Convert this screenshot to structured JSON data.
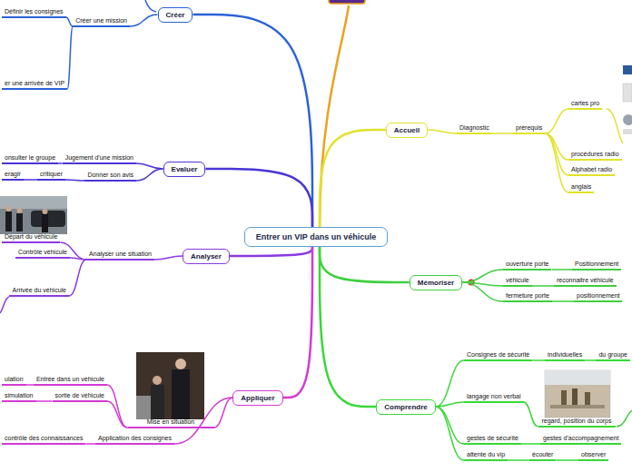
{
  "diagram": {
    "nodes": [
      {
        "text": [
          "Entrer un VIP dans un véhicule"
        ]
      },
      {
        "text": [
          "Créer"
        ]
      },
      {
        "text": [
          "Créer une mission"
        ]
      },
      {
        "text": [
          "Définir les consignes"
        ]
      },
      {
        "text": [
          "er une arrivée de VIP"
        ]
      },
      {
        "text": [
          "Evaluer"
        ]
      },
      {
        "text": [
          "Jugement d'une mission"
        ]
      },
      {
        "text": [
          "onsulter le groupe"
        ]
      },
      {
        "text": [
          "Donner son avis"
        ]
      },
      {
        "text": [
          "critiquer"
        ]
      },
      {
        "text": [
          "eragir"
        ]
      },
      {
        "text": [
          "Analyser"
        ]
      },
      {
        "text": [
          "Analyser une situation"
        ]
      },
      {
        "text": [
          "Départ du véhicule"
        ]
      },
      {
        "text": [
          "Contrôle véhicule"
        ]
      },
      {
        "text": [
          "Arrivée du véhicule"
        ]
      },
      {
        "text": [
          "Appliquer"
        ]
      },
      {
        "text": [
          "Mise en situation"
        ]
      },
      {
        "text": [
          "Entrée dans un véhicule"
        ]
      },
      {
        "text": [
          "ulation"
        ]
      },
      {
        "text": [
          "sortie de véhicule"
        ]
      },
      {
        "text": [
          "simulation"
        ]
      },
      {
        "text": [
          "Application des consignes"
        ]
      },
      {
        "text": [
          "contrôle des connaissances"
        ]
      },
      {
        "text": [
          "Accueil"
        ]
      },
      {
        "text": [
          "Diagnostic"
        ]
      },
      {
        "text": [
          "prérequis"
        ]
      },
      {
        "text": [
          "cartes pro"
        ]
      },
      {
        "text": [
          "procédures radio"
        ]
      },
      {
        "text": [
          "Alphabet radio"
        ]
      },
      {
        "text": [
          "anglais"
        ]
      },
      {
        "text": [
          "Mémoriser"
        ]
      },
      {
        "text": [
          "ouverture porte"
        ]
      },
      {
        "text": [
          "Positionnement"
        ]
      },
      {
        "text": [
          "véhicule"
        ]
      },
      {
        "text": [
          "reconnaitre véhicule"
        ]
      },
      {
        "text": [
          "fermeture porte"
        ]
      },
      {
        "text": [
          "positionnement"
        ]
      },
      {
        "text": [
          "Comprendre"
        ]
      },
      {
        "text": [
          "Consignes de sécurité"
        ]
      },
      {
        "text": [
          "individuelles"
        ]
      },
      {
        "text": [
          "du groupe"
        ]
      },
      {
        "text": [
          "langage non verbal"
        ]
      },
      {
        "text": [
          "regard, position du corps"
        ]
      },
      {
        "text": [
          "gestes de sécurité"
        ]
      },
      {
        "text": [
          "gestes d'accompagnement"
        ]
      },
      {
        "text": [
          "attente du vip"
        ]
      },
      {
        "text": [
          "écouter"
        ]
      },
      {
        "text": [
          "observer"
        ]
      }
    ],
    "edges": [
      {
        "from": 0,
        "to": 1,
        "arrow": "none"
      },
      {
        "from": 0,
        "to": 5,
        "arrow": "none"
      },
      {
        "from": 0,
        "to": 11,
        "arrow": "none"
      },
      {
        "from": 0,
        "to": 16,
        "arrow": "none"
      },
      {
        "from": 0,
        "to": 24,
        "arrow": "none"
      },
      {
        "from": 0,
        "to": 31,
        "arrow": "none"
      },
      {
        "from": 0,
        "to": 38,
        "arrow": "none"
      },
      {
        "from": 1,
        "to": 2,
        "arrow": "none"
      },
      {
        "from": 2,
        "to": 3,
        "arrow": "none"
      },
      {
        "from": 2,
        "to": 4,
        "arrow": "none"
      },
      {
        "from": 5,
        "to": 6,
        "arrow": "none"
      },
      {
        "from": 6,
        "to": 7,
        "arrow": "none"
      },
      {
        "from": 5,
        "to": 8,
        "arrow": "none"
      },
      {
        "from": 8,
        "to": 9,
        "arrow": "none"
      },
      {
        "from": 9,
        "to": 10,
        "arrow": "none"
      },
      {
        "from": 11,
        "to": 12,
        "arrow": "none"
      },
      {
        "from": 12,
        "to": 13,
        "arrow": "none"
      },
      {
        "from": 12,
        "to": 14,
        "arrow": "none"
      },
      {
        "from": 12,
        "to": 15,
        "arrow": "none"
      },
      {
        "from": 16,
        "to": 17,
        "arrow": "none"
      },
      {
        "from": 17,
        "to": 18,
        "arrow": "none"
      },
      {
        "from": 18,
        "to": 19,
        "arrow": "none"
      },
      {
        "from": 17,
        "to": 20,
        "arrow": "none"
      },
      {
        "from": 20,
        "to": 21,
        "arrow": "none"
      },
      {
        "from": 16,
        "to": 22,
        "arrow": "none"
      },
      {
        "from": 22,
        "to": 23,
        "arrow": "none"
      },
      {
        "from": 24,
        "to": 25,
        "arrow": "none"
      },
      {
        "from": 25,
        "to": 26,
        "arrow": "none"
      },
      {
        "from": 26,
        "to": 27,
        "arrow": "none"
      },
      {
        "from": 26,
        "to": 28,
        "arrow": "none"
      },
      {
        "from": 26,
        "to": 29,
        "arrow": "none"
      },
      {
        "from": 26,
        "to": 30,
        "arrow": "none"
      },
      {
        "from": 31,
        "to": 32,
        "arrow": "none"
      },
      {
        "from": 32,
        "to": 33,
        "arrow": "none"
      },
      {
        "from": 31,
        "to": 34,
        "arrow": "none"
      },
      {
        "from": 34,
        "to": 35,
        "arrow": "none"
      },
      {
        "from": 31,
        "to": 36,
        "arrow": "none"
      },
      {
        "from": 36,
        "to": 37,
        "arrow": "none"
      },
      {
        "from": 38,
        "to": 39,
        "arrow": "none"
      },
      {
        "from": 39,
        "to": 40,
        "arrow": "none"
      },
      {
        "from": 40,
        "to": 41,
        "arrow": "none"
      },
      {
        "from": 38,
        "to": 42,
        "arrow": "none"
      },
      {
        "from": 42,
        "to": 43,
        "arrow": "none"
      },
      {
        "from": 38,
        "to": 44,
        "arrow": "none"
      },
      {
        "from": 44,
        "to": 45,
        "arrow": "none"
      },
      {
        "from": 38,
        "to": 46,
        "arrow": "none"
      },
      {
        "from": 46,
        "to": 47,
        "arrow": "none"
      },
      {
        "from": 47,
        "to": 48,
        "arrow": "none"
      }
    ]
  }
}
